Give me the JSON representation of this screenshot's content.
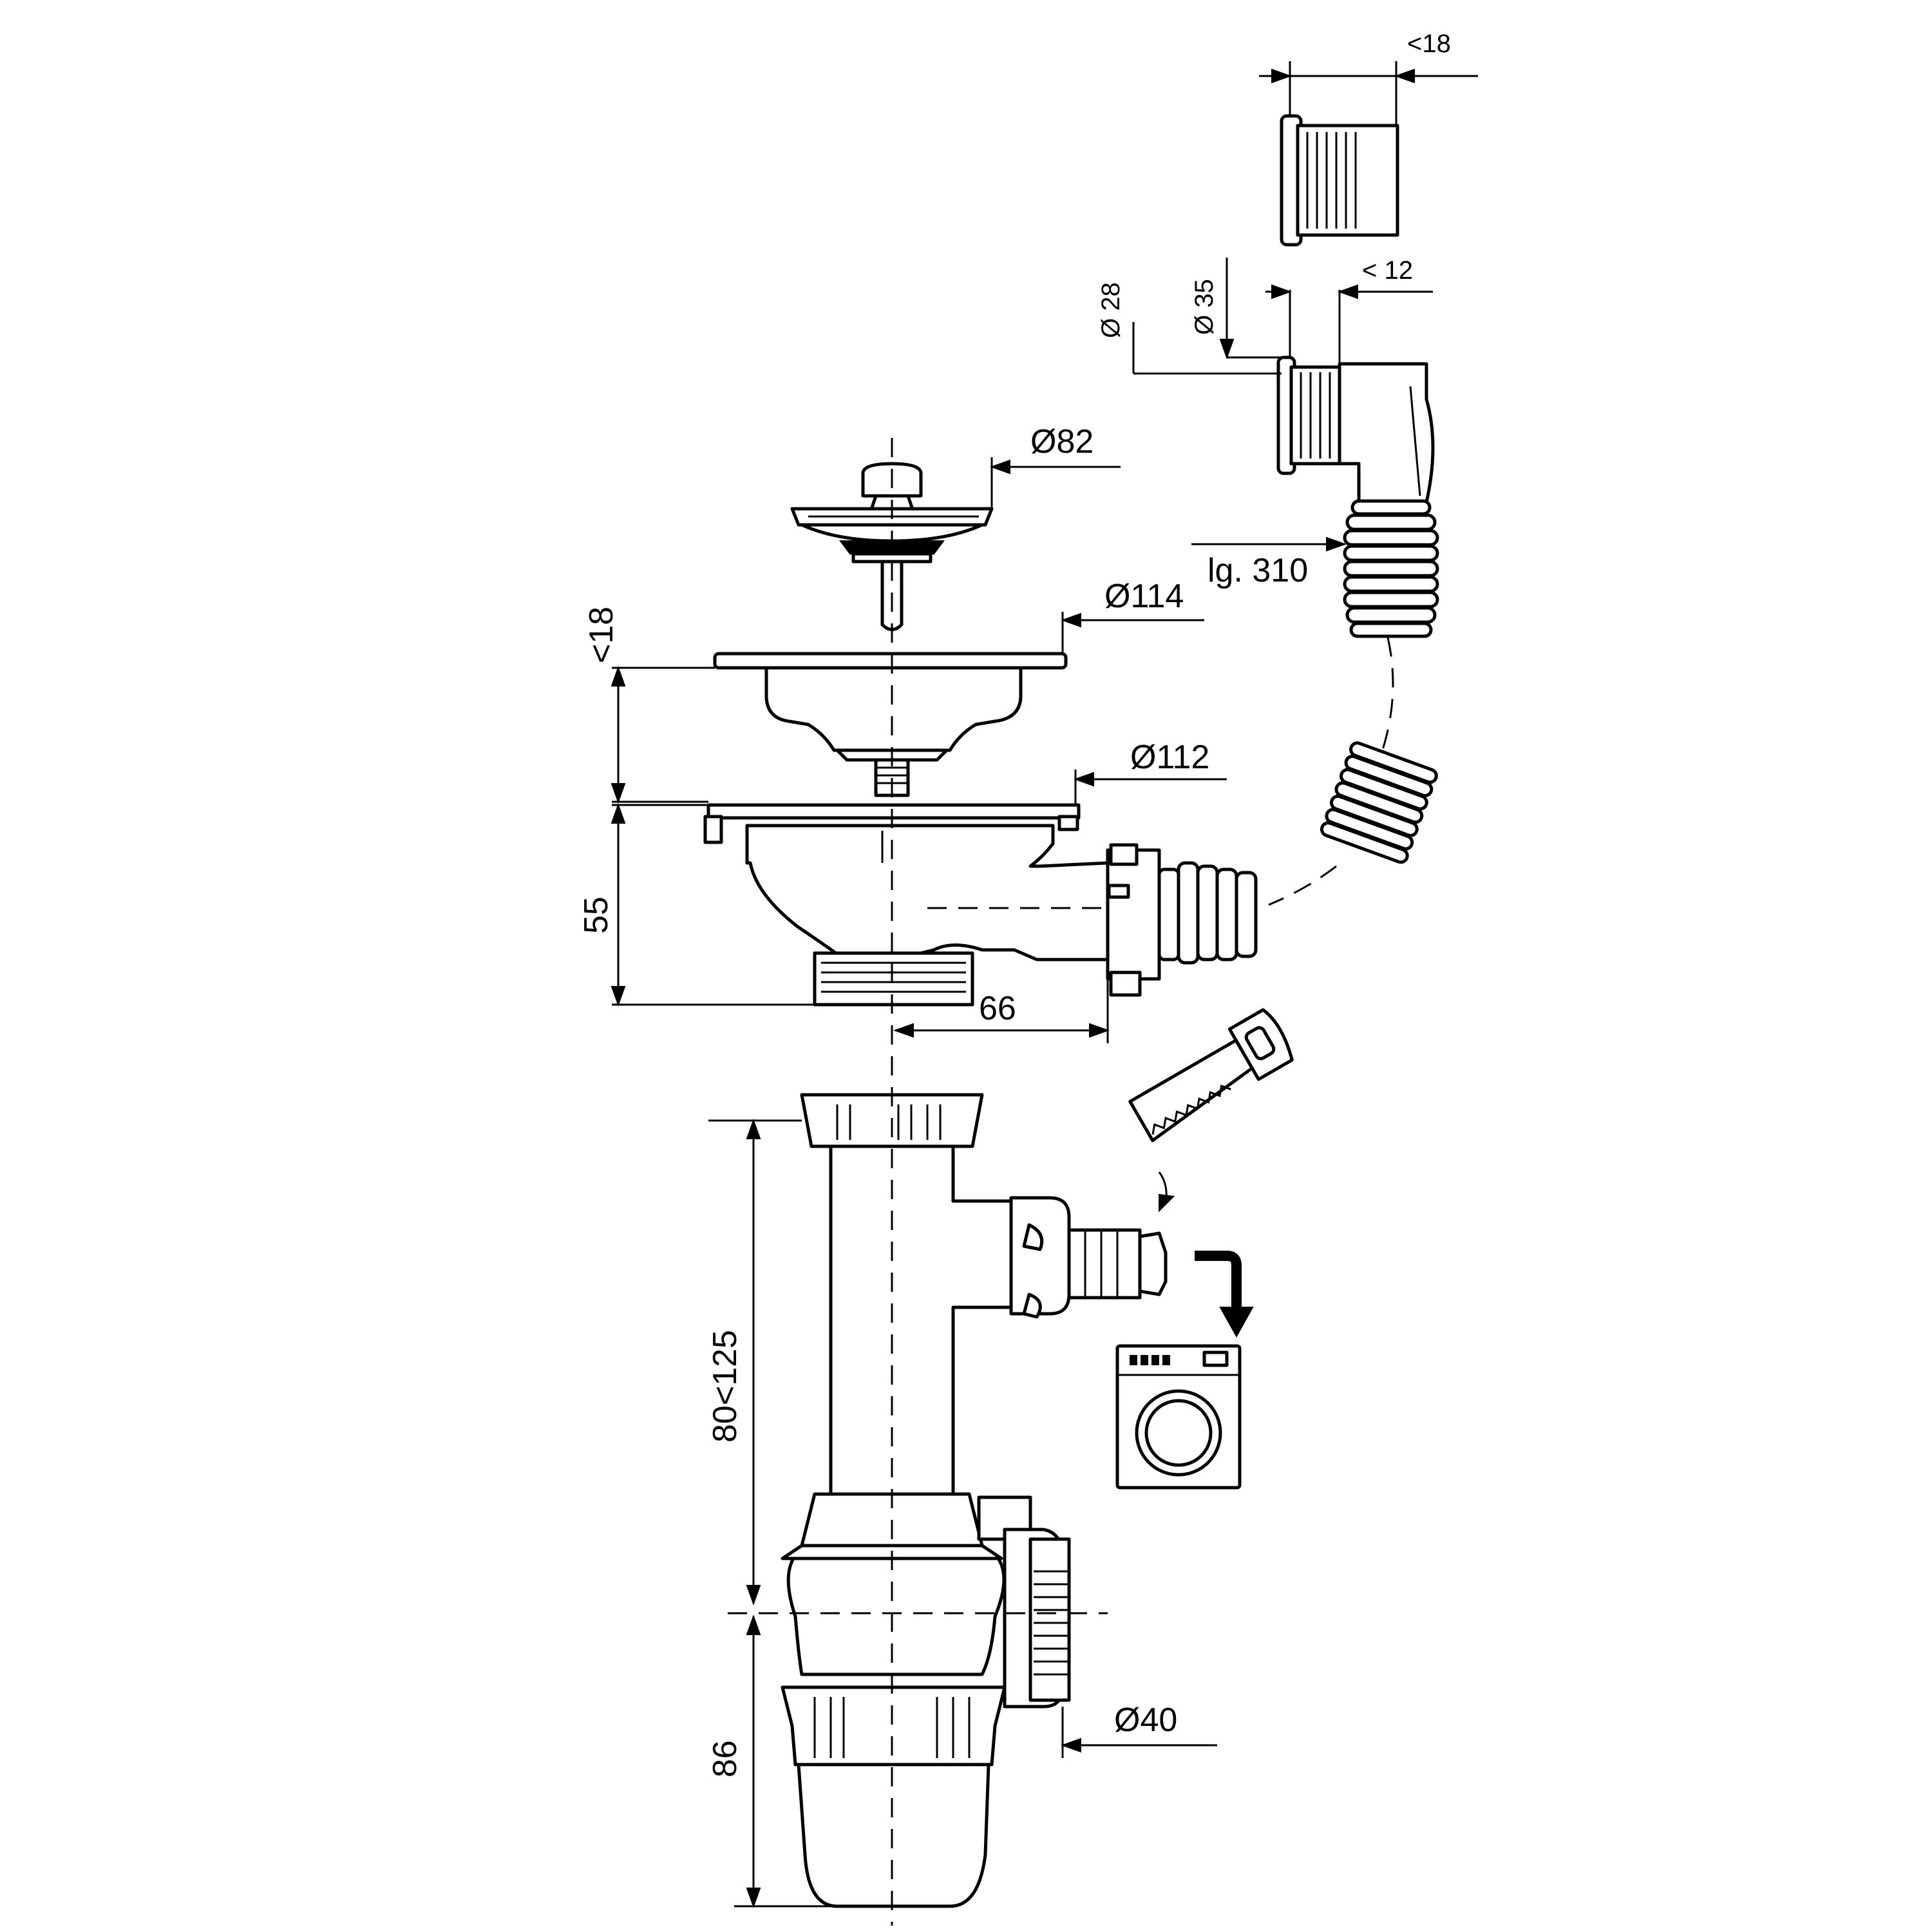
{
  "dimensions": {
    "top_flange_length": "<18",
    "overflow_dia_28": "Ø 28",
    "overflow_dia_35": "Ø 35",
    "overflow_length": "< 12",
    "hose_length": "lg. 310",
    "strainer_dia_82": "Ø82",
    "basket_dia_114": "Ø114",
    "flange_height": "<18",
    "body_dia_112": "Ø112",
    "body_height": "55",
    "outlet_offset": "66",
    "trap_height": "80<125",
    "trap_lower": "86",
    "outlet_dia_40": "Ø40"
  },
  "icons": [
    "saw-icon",
    "washing-machine-icon",
    "bent-arrow-icon"
  ]
}
